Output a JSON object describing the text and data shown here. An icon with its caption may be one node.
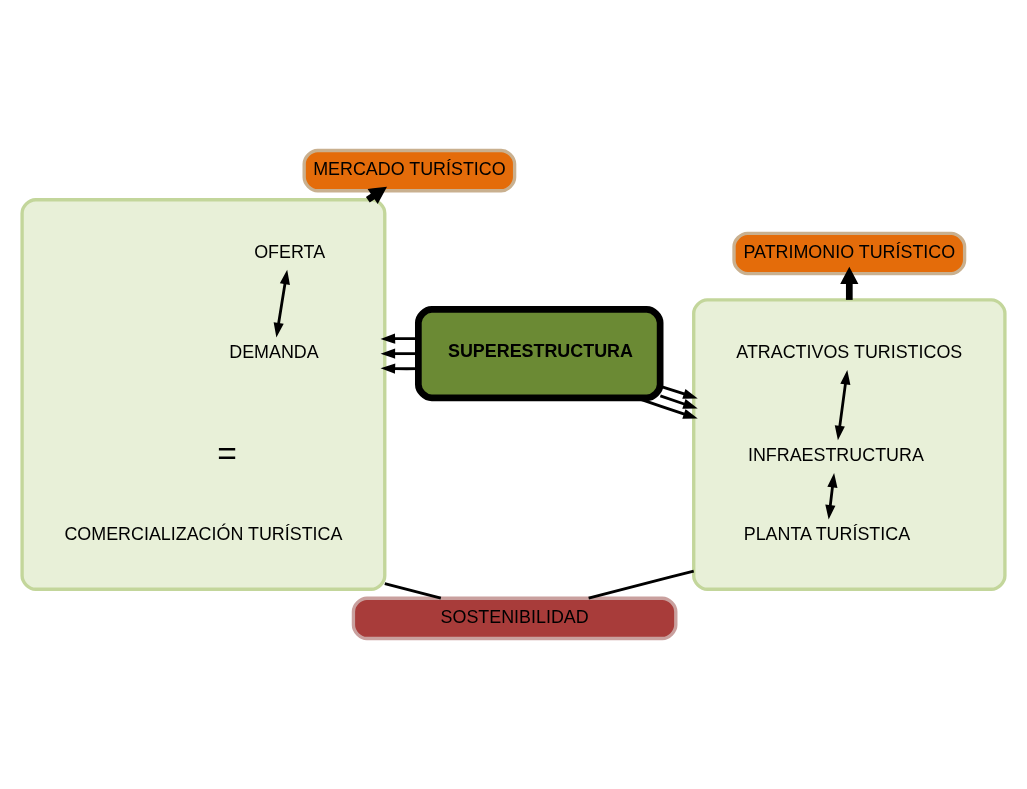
{
  "diagram": {
    "nodes": [
      {
        "text": [
          "MERCADO TURÍSTICO"
        ]
      },
      {
        "text": [
          "PATRIMONIO TURÍSTICO"
        ]
      },
      {
        "text": [],
        "shape": "box"
      },
      {
        "text": [
          "OFERTA"
        ],
        "in": 2
      },
      {
        "text": [
          "DEMANDA"
        ],
        "in": 2
      },
      {
        "text": [
          "COMERCIALIZACIÓN TURÍSTICA"
        ],
        "in": 2
      },
      {
        "text": [
          "SUPERESTRUCTURA"
        ]
      },
      {
        "text": [],
        "shape": "box"
      },
      {
        "text": [
          "ATRACTIVOS TURISTICOS"
        ],
        "in": 7
      },
      {
        "text": [
          "INFRAESTRUCTURA"
        ],
        "in": 7
      },
      {
        "text": [
          "PLANTA TURÍSTICA"
        ],
        "in": 7
      },
      {
        "text": [
          "SOSTENIBILIDAD"
        ]
      }
    ],
    "edges": [
      {
        "from": 2,
        "to": 0,
        "arrow": "to",
        "style": "thick"
      },
      {
        "from": 7,
        "to": 1,
        "arrow": "to",
        "style": "thick"
      },
      {
        "from": 3,
        "to": 4,
        "arrow": "both"
      },
      {
        "from": 6,
        "to": 2,
        "arrow": "to"
      },
      {
        "from": 6,
        "to": 2,
        "arrow": "to"
      },
      {
        "from": 6,
        "to": 2,
        "arrow": "to"
      },
      {
        "from": 6,
        "to": 7,
        "arrow": "to"
      },
      {
        "from": 6,
        "to": 7,
        "arrow": "to"
      },
      {
        "from": 6,
        "to": 7,
        "arrow": "to"
      },
      {
        "from": 8,
        "to": 9,
        "arrow": "both"
      },
      {
        "from": 9,
        "to": 10,
        "arrow": "both"
      },
      {
        "from": 2,
        "to": 11,
        "arrow": "none"
      },
      {
        "from": 7,
        "to": 11,
        "arrow": "none"
      }
    ],
    "labels": [
      "="
    ]
  }
}
